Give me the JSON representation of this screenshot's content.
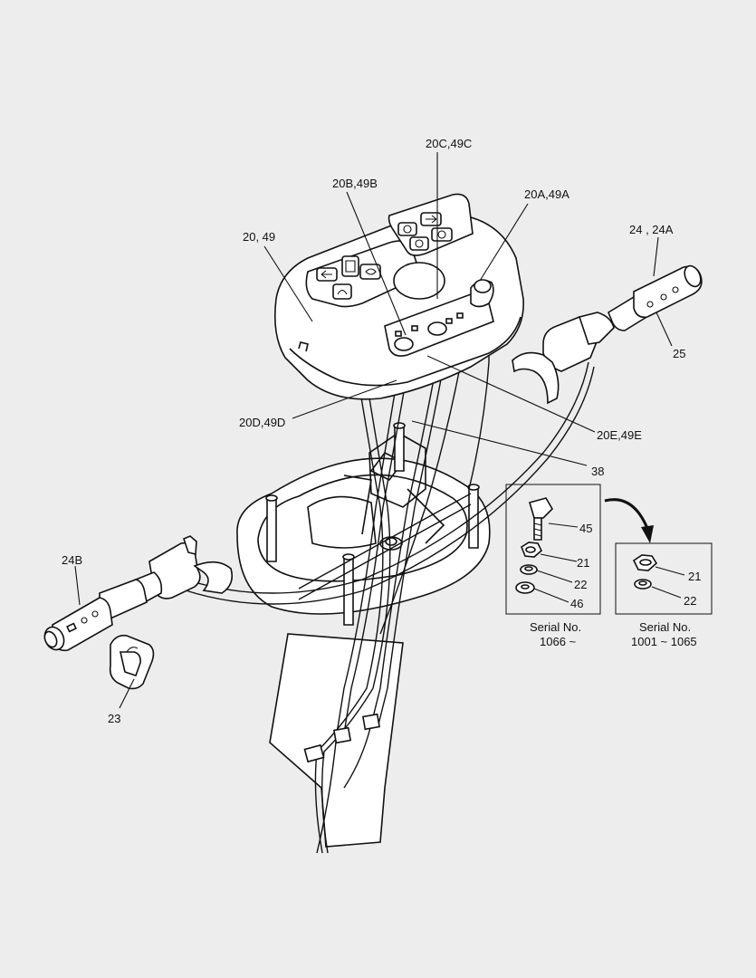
{
  "callouts": {
    "c20C49C": "20C,49C",
    "c20B49B": "20B,49B",
    "c20A49A": "20A,49A",
    "c2049": "20, 49",
    "c2424A": "24 , 24A",
    "c25": "25",
    "c20D49D": "20D,49D",
    "c20E49E": "20E,49E",
    "c38": "38",
    "c24B": "24B",
    "c23": "23"
  },
  "detail_box_1": {
    "parts": {
      "p45": "45",
      "p21": "21",
      "p22": "22",
      "p46": "46"
    },
    "serial_title": "Serial No.",
    "serial_range": "1066 ~"
  },
  "detail_box_2": {
    "parts": {
      "p21": "21",
      "p22": "22"
    },
    "serial_title": "Serial No.",
    "serial_range": "1001 ~ 1065"
  },
  "colors": {
    "background": "#ededed",
    "line": "#111111",
    "fill": "#ffffff"
  }
}
